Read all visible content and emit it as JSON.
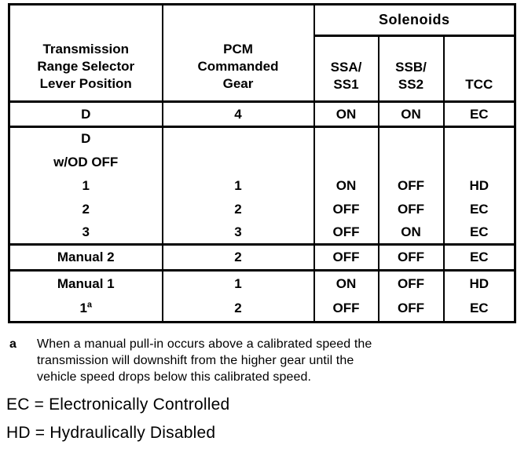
{
  "table": {
    "header": {
      "col1": "Transmission\nRange Selector\nLever Position",
      "col2": "PCM\nCommanded\nGear",
      "solenoids": "Solenoids",
      "sub": [
        "SSA/\nSS1",
        "SSB/\nSS2",
        "TCC"
      ]
    },
    "rows": [
      {
        "cells": [
          "D",
          "4",
          "ON",
          "ON",
          "EC"
        ]
      },
      {
        "cells": [
          "D",
          "",
          "",
          "",
          ""
        ]
      },
      {
        "cells": [
          "w/OD OFF",
          "",
          "",
          "",
          ""
        ]
      },
      {
        "cells": [
          "1",
          "1",
          "ON",
          "OFF",
          "HD"
        ]
      },
      {
        "cells": [
          "2",
          "2",
          "OFF",
          "OFF",
          "EC"
        ]
      },
      {
        "cells": [
          "3",
          "3",
          "OFF",
          "ON",
          "EC"
        ]
      },
      {
        "cells": [
          "Manual 2",
          "2",
          "OFF",
          "OFF",
          "EC"
        ]
      },
      {
        "cells": [
          "Manual 1",
          "1",
          "ON",
          "OFF",
          "HD"
        ]
      },
      {
        "cells": [
          "1",
          "2",
          "OFF",
          "OFF",
          "EC"
        ]
      }
    ]
  },
  "footnote": {
    "marker": "a",
    "text": "When a manual pull-in occurs above a calibrated speed the\ntransmission will downshift from the higher gear until the\nvehicle speed drops below this calibrated speed."
  },
  "legend": {
    "items": [
      "EC = Electronically Controlled",
      "HD = Hydraulically Disabled"
    ]
  }
}
